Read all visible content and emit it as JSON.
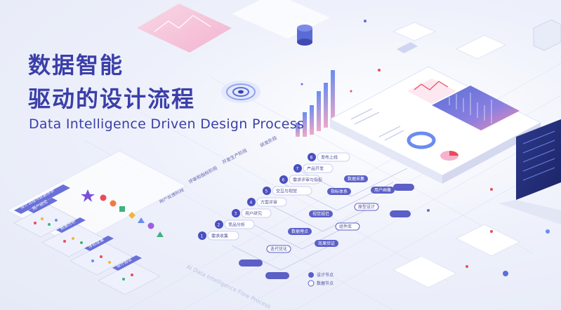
{
  "hero": {
    "title_line1": "数据智能",
    "title_line2": "驱动的设计流程",
    "subtitle": "Data Intelligence Driven Design Process"
  },
  "colors": {
    "brand": "#3b3fa8",
    "pill": "#5b5fc7",
    "accent_pink": "#e889b4",
    "accent_blue": "#6a8cf0",
    "accent_red": "#e94b5b"
  },
  "stages": [
    {
      "label": "研发阶段",
      "icon": "stage-marker-icon"
    },
    {
      "label": "开发生产阶段",
      "icon": "stage-marker-icon"
    },
    {
      "label": "评审和指标阶段",
      "icon": "stage-marker-icon"
    },
    {
      "label": "用户反馈阶段",
      "icon": "stage-marker-icon"
    }
  ],
  "steps": [
    {
      "num": "8",
      "label": "发布上线"
    },
    {
      "num": "7",
      "label": "产品开发"
    },
    {
      "num": "6",
      "label": "需求评审与指标"
    },
    {
      "num": "5",
      "label": "交互与视觉"
    },
    {
      "num": "4",
      "label": "方案评审"
    },
    {
      "num": "3",
      "label": "用户研究"
    },
    {
      "num": "2",
      "label": "竞品分析"
    },
    {
      "num": "1",
      "label": "需求收集"
    }
  ],
  "pills": [
    "数据采集",
    "用户画像",
    "指标体系",
    "原型设计",
    "视觉规范",
    "组件库",
    "数据埋点",
    "效果验证",
    "迭代优化"
  ],
  "left_panel": {
    "header": "设计流程与数据体系",
    "cards": [
      "用户研究",
      "数据分析",
      "体验度量",
      "设计验证"
    ]
  },
  "legend": [
    "设计节点",
    "数据节点"
  ],
  "footer_text": "AI Data Intelligence Flow Process"
}
